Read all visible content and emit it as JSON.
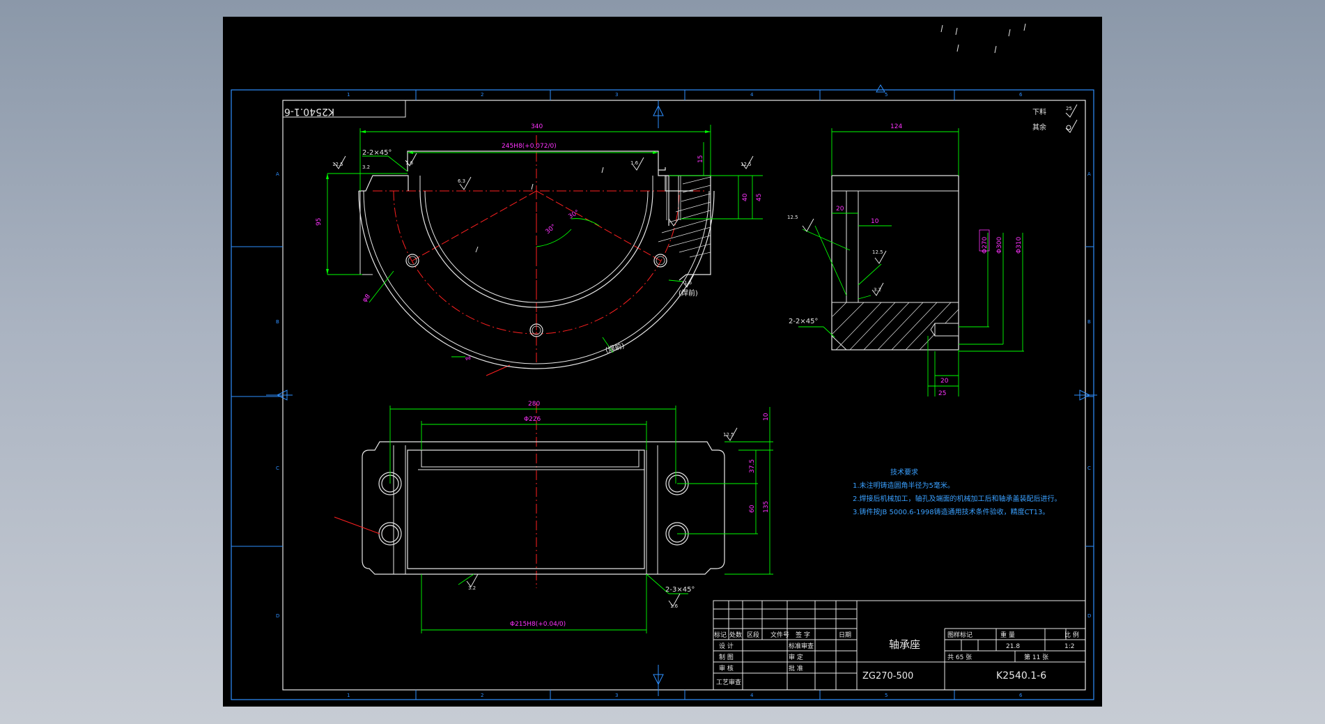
{
  "drawing_number_flipped": "K2540.1-6",
  "border_zone_numbers": [
    "1",
    "2",
    "3",
    "4",
    "5",
    "6"
  ],
  "border_zone_letters": [
    "A",
    "B",
    "C",
    "D"
  ],
  "roughness": {
    "blank_label": "下料",
    "blank_value": "25",
    "rest_label": "其余",
    "values": [
      "12.5",
      "12.5",
      "6.3",
      "3.2",
      "1.6",
      "12.5",
      "3.2",
      "12.5",
      "3.2",
      "12.5",
      "1.6",
      "3.2"
    ]
  },
  "dims": {
    "overall_width": "340",
    "bore": "245H8(+0.072/0)",
    "chamfer_top": "2-2×45°",
    "height_left": "95",
    "dim_40": "40",
    "dim_45": "45",
    "dim_15": "15",
    "angle_30": "30°",
    "radius_160": "φ8",
    "weld1": "(焊前)",
    "weld2": "(焊前)",
    "side_width": "124",
    "side_20": "20",
    "side_dia": "Φ13",
    "side_10": "10",
    "side_chamfer": "2-2×45°",
    "side_dia_list": [
      "Φ270",
      "Φ300",
      "Φ310"
    ],
    "side_bottom_20": "20",
    "side_bottom_25": "25",
    "plan_280": "280",
    "plan_226": "Φ226",
    "plan_10": "10",
    "plan_37_5": "37.5",
    "plan_60": "60",
    "plan_135": "135",
    "plan_chamfer": "2-3×45°",
    "plan_bottom": "Φ215H8(+0.04/0)"
  },
  "tech_notes": {
    "title": "技术要求",
    "items": [
      "1.未注明铸造圆角半径为5毫米。",
      "2.焊接后机械加工，轴孔及端面的机械加工后和轴承盖装配后进行。",
      "3.铸件按JB 5000.6-1998铸造通用技术条件验收，精度CT13。"
    ]
  },
  "title_block": {
    "header_row": [
      "标记",
      "处数",
      "区段",
      "文件号",
      "签 字",
      "日期"
    ],
    "rows": [
      [
        "设 计",
        "",
        "标准审查",
        ""
      ],
      [
        "制 图",
        "",
        "审 定",
        ""
      ],
      [
        "审 核",
        "",
        "批 准",
        ""
      ],
      [
        "工艺审查",
        "",
        "",
        ""
      ]
    ],
    "part_name": "轴承座",
    "material": "ZG270-500",
    "stage_label": "图样标记",
    "weight_label": "重 量",
    "scale_label": "比 例",
    "weight": "21.8",
    "scale": "1:2",
    "sheets_total": "共 65 张",
    "sheet_no": "第 11 张",
    "drawing_number": "K2540.1-6"
  },
  "colors": {
    "sheet": "#000000",
    "frame": "#2e8fff",
    "geometry": "#ffffff",
    "dimension": "#00ff00",
    "dimension_text": "#ff33ff",
    "centerline": "#ff2020",
    "hatch": "#ffffff",
    "notes": "#3aa0ff"
  }
}
